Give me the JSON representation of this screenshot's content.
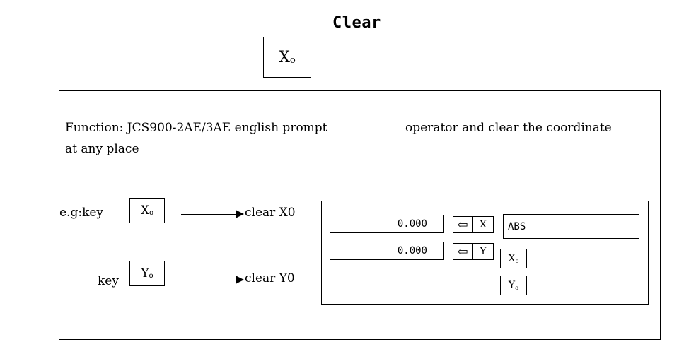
{
  "title": "Clear",
  "top_key": {
    "main": "X",
    "sub": "o"
  },
  "description": {
    "line1_left": "Function: JCS900-2AE/3AE english prompt",
    "line1_right": "operator and clear the coordinate",
    "line2": "at any place"
  },
  "examples": [
    {
      "prefix": "e.g:key",
      "key_main": "X",
      "key_sub": "o",
      "result": "clear X0"
    },
    {
      "prefix": "key",
      "key_main": "Y",
      "key_sub": "o",
      "result": "clear Y0"
    }
  ],
  "panel": {
    "x_value": "0.000",
    "y_value": "0.000",
    "x_axis_label": "X",
    "y_axis_label": "Y",
    "mode": "ABS",
    "x_zero_key": {
      "main": "X",
      "sub": "o"
    },
    "y_zero_key": {
      "main": "Y",
      "sub": "o"
    },
    "backspace_glyph": "⇦"
  }
}
